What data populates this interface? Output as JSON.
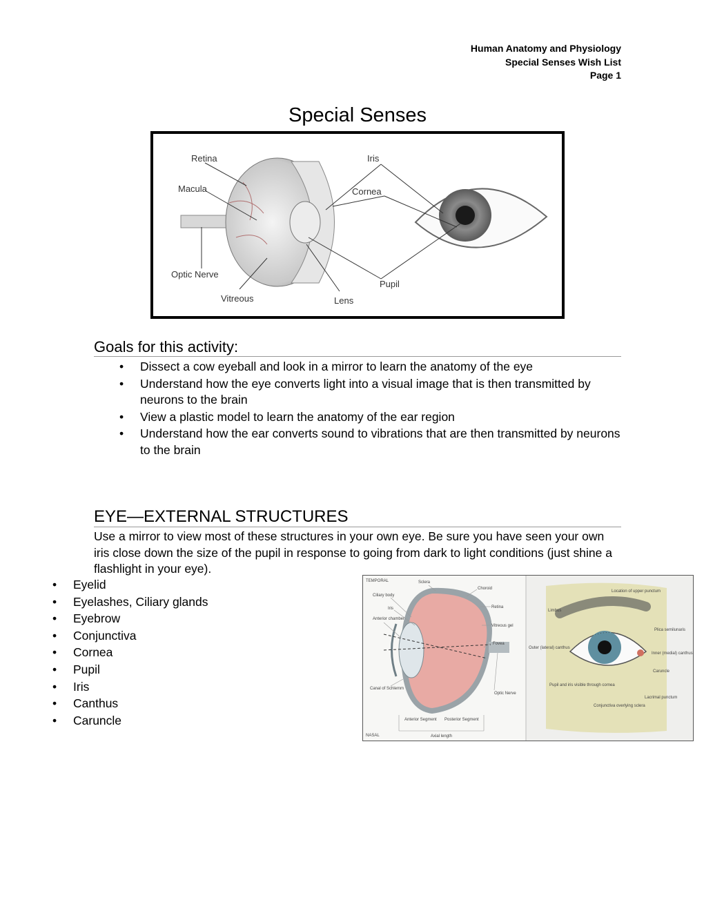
{
  "header": {
    "line1": "Human Anatomy and Physiology",
    "line2": "Special Senses Wish List",
    "line3": "Page 1"
  },
  "title": "Special Senses",
  "figure1": {
    "labels": {
      "retina": "Retina",
      "macula": "Macula",
      "optic_nerve": "Optic Nerve",
      "vitreous": "Vitreous",
      "iris": "Iris",
      "cornea": "Cornea",
      "pupil": "Pupil",
      "lens": "Lens"
    }
  },
  "goals": {
    "heading": "Goals for this activity:",
    "items": [
      "Dissect a cow eyeball and look in a mirror to learn the anatomy of the eye",
      "Understand how the eye converts light into a visual image that is then transmitted by neurons to the brain",
      "View a plastic model to learn the anatomy of the ear region",
      "Understand how the ear converts sound to vibrations that are then transmitted by neurons to the brain"
    ]
  },
  "external": {
    "heading": "EYE—EXTERNAL STRUCTURES",
    "intro": "Use a mirror to view most of these structures in your own eye.  Be sure you have seen your own iris close down the size of the pupil in response to going from dark to light conditions (just shine a flashlight in your eye).",
    "items": [
      "Eyelid",
      "Eyelashes, Ciliary glands",
      "Eyebrow",
      "Conjunctiva",
      "Cornea",
      "Pupil",
      "Iris",
      "Canthus",
      "Caruncle"
    ]
  },
  "figure2": {
    "left": {
      "temporal": "TEMPORAL",
      "nasal": "NASAL",
      "sclera": "Sclera",
      "choroid": "Choroid",
      "ciliary_body": "Ciliary body",
      "iris": "Iris",
      "retina": "Retina",
      "anterior_chamber": "Anterior chamber",
      "vitreous_gel": "Vitreous gel",
      "fovea": "Fovea",
      "canal_of_schlemm": "Canal of Schlemm",
      "optic_nerve": "Optic Nerve",
      "anterior_segment": "Anterior Segment",
      "posterior_segment": "Posterior Segment",
      "axial_length": "Axial length"
    },
    "right": {
      "upper_punctum": "Location of upper punctum",
      "limbus": "Limbus",
      "plica": "Plica semilunaris",
      "outer_canthus": "Outer (lateral) canthus",
      "inner_canthus": "Inner (medial) canthus",
      "caruncle": "Caruncle",
      "pupil_iris": "Pupil and iris visible through cornea",
      "lacrimal_punctum": "Lacrimal punctum",
      "conjunctiva": "Conjunctiva overlying sclera"
    }
  },
  "colors": {
    "vitreous_fill": "#e8aaa4",
    "skin": "#e4e1b8",
    "iris": "#5f8fa0"
  }
}
